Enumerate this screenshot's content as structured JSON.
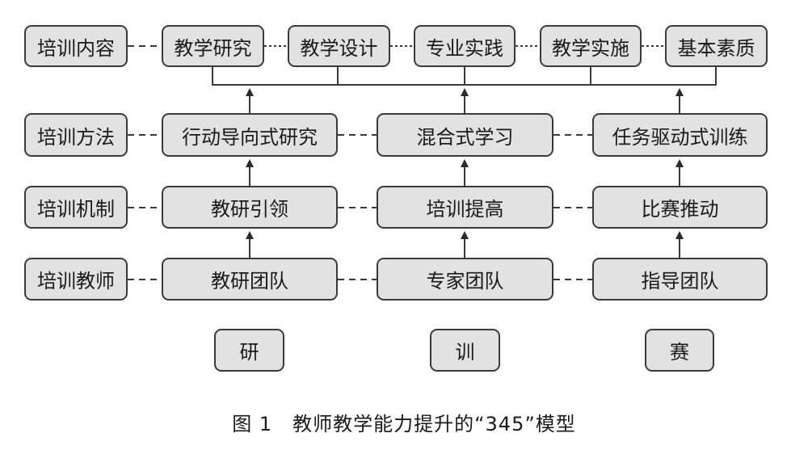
{
  "rows": {
    "content": {
      "label": "培训内容",
      "items": [
        "教学研究",
        "教学设计",
        "专业实践",
        "教学实施",
        "基本素质"
      ]
    },
    "method": {
      "label": "培训方法",
      "items": [
        "行动导向式研究",
        "混合式学习",
        "任务驱动式训练"
      ]
    },
    "mechanism": {
      "label": "培训机制",
      "items": [
        "教研引领",
        "培训提高",
        "比赛推动"
      ]
    },
    "teachers": {
      "label": "培训教师",
      "items": [
        "教研团队",
        "专家团队",
        "指导团队"
      ]
    }
  },
  "columns": [
    "研",
    "训",
    "赛"
  ],
  "caption": "图 1　教师教学能力提升的“345”模型"
}
